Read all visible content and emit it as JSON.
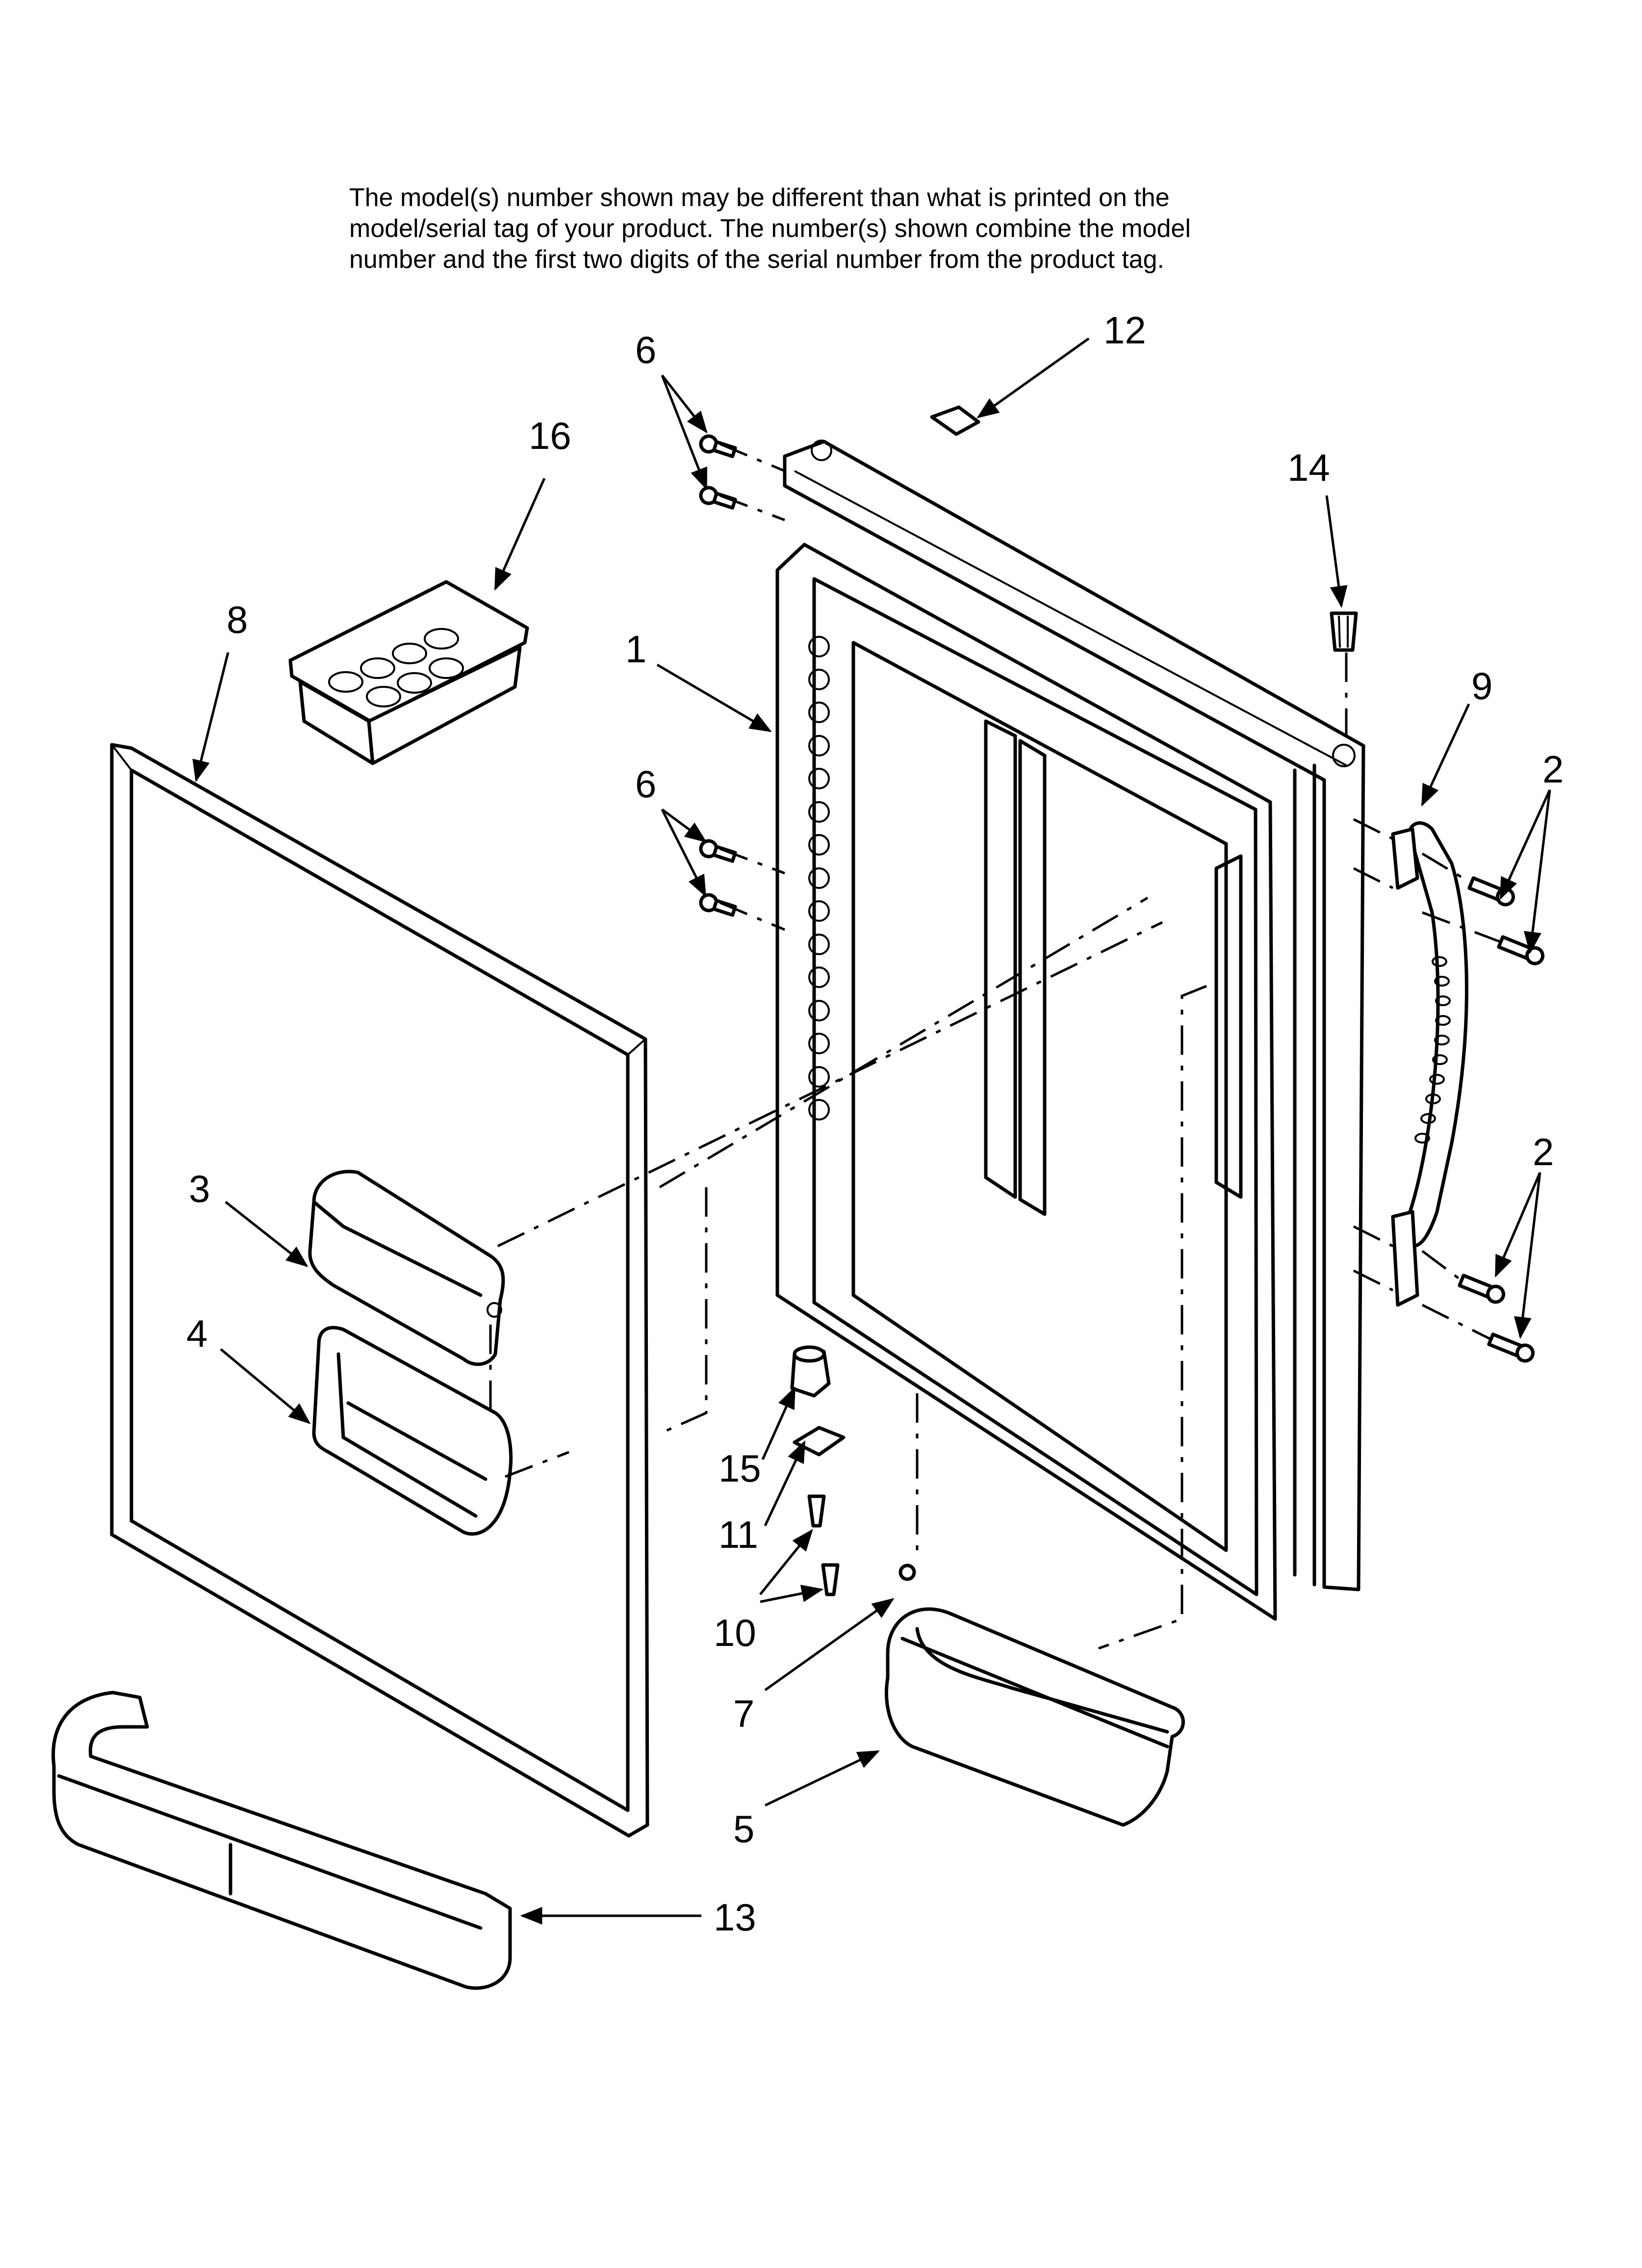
{
  "note": {
    "lines": [
      "The model(s) number shown may be different than what is printed on the",
      "model/serial tag of your product. The number(s) shown combine the model",
      "number and the first two digits of the serial number from the product tag."
    ]
  },
  "callouts": {
    "c1": "1",
    "c2a": "2",
    "c2b": "2",
    "c3": "3",
    "c4": "4",
    "c5": "5",
    "c6a": "6",
    "c6b": "6",
    "c7": "7",
    "c8": "8",
    "c9": "9",
    "c10": "10",
    "c11": "11",
    "c12": "12",
    "c13": "13",
    "c14": "14",
    "c15": "15",
    "c16": "16"
  }
}
